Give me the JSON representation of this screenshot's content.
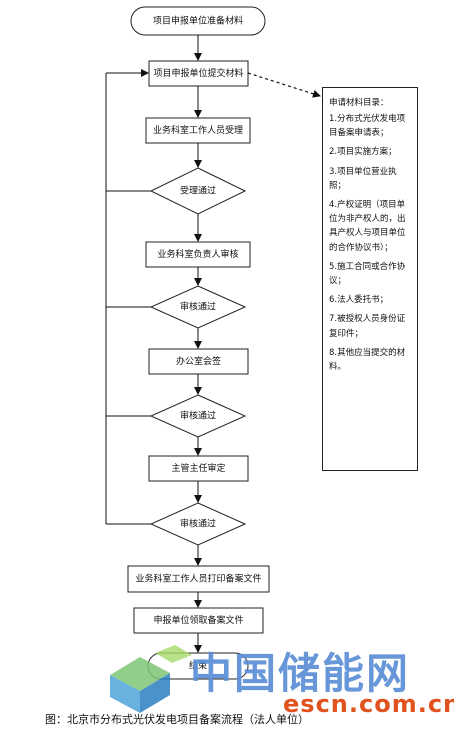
{
  "flow": {
    "start": "项目申报单位准备材料",
    "submit": "项目申报单位提交材料",
    "accept": "业务科室工作人员受理",
    "decision1": "受理通过",
    "review_head": "业务科室负责人审核",
    "decision2": "审核通过",
    "office": "办公室会签",
    "decision3": "审核通过",
    "director": "主管主任审定",
    "decision4": "审核通过",
    "print": "业务科室工作人员打印备案文件",
    "receive": "申报单位领取备案文件",
    "end": "结束"
  },
  "materials": {
    "title": "申请材料目录：",
    "items": [
      "1.分布式光伏发电项目备案申请表；",
      "2.项目实施方案；",
      "3.项目单位营业执照；",
      "4.产权证明（项目单位为非产权人的，出具产权人与项目单位的合作协议书）；",
      "5.施工合同或合作协议；",
      "6.法人委托书；",
      "7.被授权人员身份证复印件；",
      "8.其他应当提交的材料。"
    ]
  },
  "caption": "图：北京市分布式光伏发电项目备案流程（法人单位）",
  "watermark": {
    "brand": "中国储能网",
    "url": "escn.com.cn"
  }
}
